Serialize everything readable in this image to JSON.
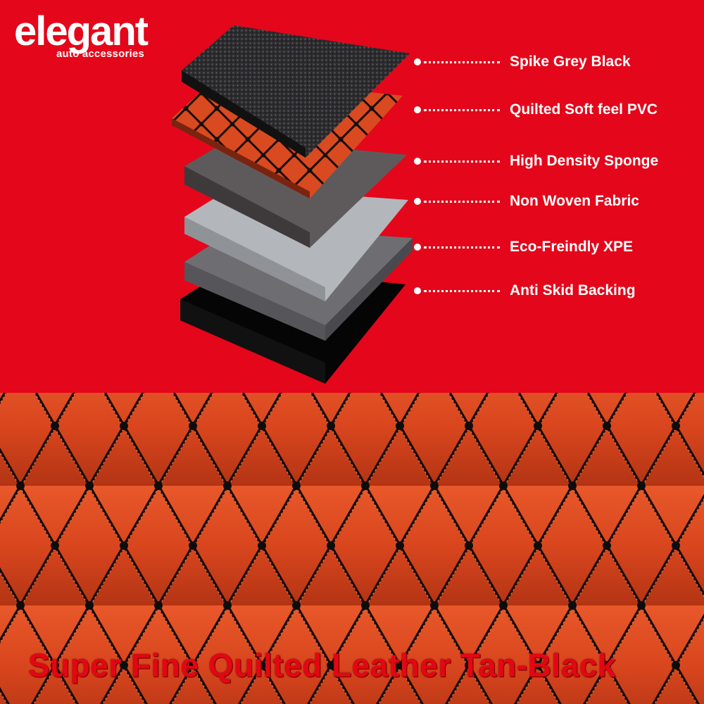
{
  "logo": {
    "brand": "elegant",
    "line1": "auto",
    "line2": "accessories"
  },
  "layers": [
    {
      "label": "Spike Grey Black"
    },
    {
      "label": "Quilted Soft feel PVC"
    },
    {
      "label": "High Density Sponge"
    },
    {
      "label": "Non Woven Fabric"
    },
    {
      "label": "Eco-Freindly XPE"
    },
    {
      "label": "Anti Skid Backing"
    }
  ],
  "caption": "Super Fine Quilted Leather Tan-Black",
  "colors": {
    "background": "#e4061a",
    "quilt": "#d5451e",
    "stitch": "#1a0a05",
    "text": "#ffffff"
  }
}
